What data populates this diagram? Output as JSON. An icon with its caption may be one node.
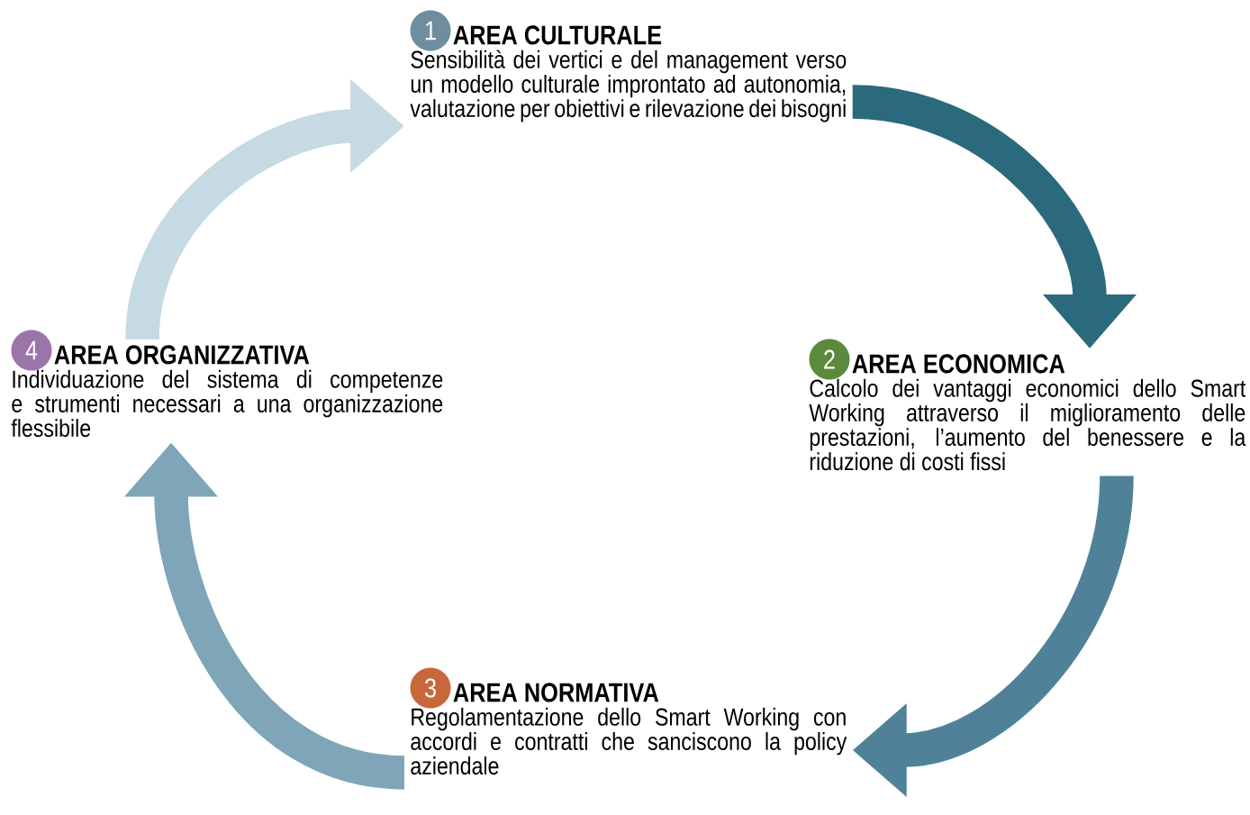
{
  "diagram": {
    "nodes": [
      {
        "text": [
          "1",
          "AREA CULTURALE",
          "Sensibilità dei vertici e del management verso un modello culturale improntato ad autonomia, valutazione per obiettivi e rilevazione dei bisogni"
        ]
      },
      {
        "text": [
          "2",
          "AREA ECONOMICA",
          "Calcolo dei vantaggi economici dello Smart Working attraverso il miglioramento delle prestazioni, l’aumento del benessere e la riduzione di costi fissi"
        ]
      },
      {
        "text": [
          "3",
          "AREA NORMATIVA",
          "Regolamentazione dello Smart Working con accordi e contratti che sanciscono la policy aziendale"
        ]
      },
      {
        "text": [
          "4",
          "AREA ORGANIZZATIVA",
          "Individuazione del sistema di competenze e strumenti necessari a una organizzazione flessibile"
        ]
      }
    ],
    "edges": [
      {
        "from": 0,
        "to": 1,
        "arrow": "to",
        "color": "#2b6a7c"
      },
      {
        "from": 1,
        "to": 2,
        "arrow": "to",
        "color": "#4f8298"
      },
      {
        "from": 2,
        "to": 3,
        "arrow": "to",
        "color": "#7ea5b8"
      },
      {
        "from": 3,
        "to": 0,
        "arrow": "to",
        "color": "#c6dae3"
      }
    ]
  }
}
